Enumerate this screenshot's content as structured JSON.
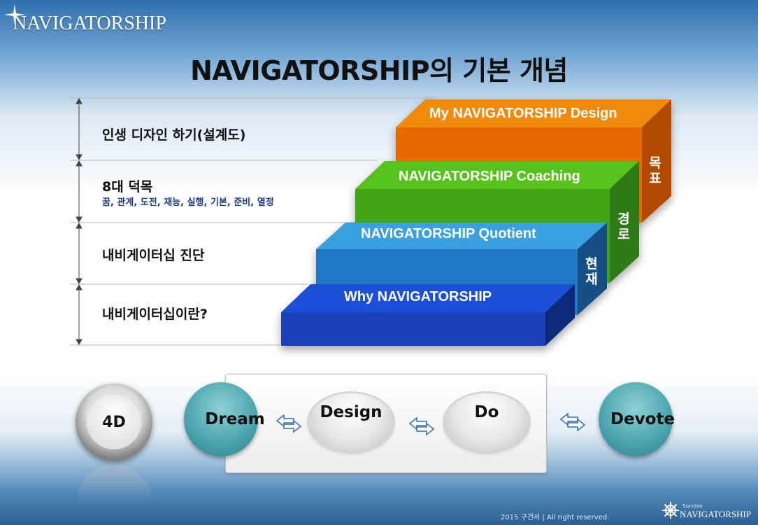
{
  "header": {
    "brand": "NAVIGATORSHIP",
    "title": "NAVIGATORSHIP의 기본 개념"
  },
  "rows": [
    {
      "label": "인생 디자인 하기(설계도)",
      "sub": ""
    },
    {
      "label": "8대 덕목",
      "sub": "꿈, 관계, 도전, 재능, 실행, 기본, 준비, 열정"
    },
    {
      "label": "내비게이터십 진단",
      "sub": ""
    },
    {
      "label": "내비게이터십이란?",
      "sub": ""
    }
  ],
  "steps": [
    {
      "label": "My NAVIGATORSHIP Design",
      "top_color": "#f08a10",
      "front_color": "#e56a00",
      "side_color": "#b24a00"
    },
    {
      "label": "NAVIGATORSHIP Coaching",
      "top_color": "#58c21a",
      "front_color": "#3fa415",
      "side_color": "#2f7a12"
    },
    {
      "label": "NAVIGATORSHIP Quotient",
      "top_color": "#3aa0e0",
      "front_color": "#2478c6",
      "side_color": "#154f86"
    },
    {
      "label": "Why NAVIGATORSHIP",
      "top_color": "#1a4fd8",
      "front_color": "#1c3fb8",
      "side_color": "#0d2a78"
    }
  ],
  "side_labels": {
    "goal": "목표",
    "path": "경로",
    "present": "현재"
  },
  "process": {
    "badge": "4D",
    "items": [
      "Dream",
      "Design",
      "Do",
      "Devote"
    ]
  },
  "footer": {
    "copyright": "2015  구건서  |  All right reserved.",
    "success": "Success",
    "brand": "NAVIGATORSHIP"
  }
}
